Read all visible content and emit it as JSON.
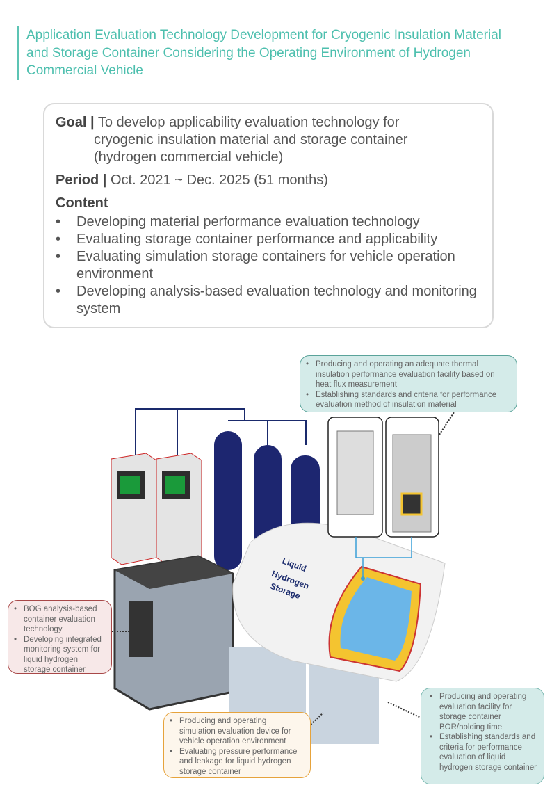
{
  "title": "Application Evaluation Technology Development for Cryogenic Insulation Material and Storage Container Considering the Operating Environment of Hydrogen Commercial Vehicle",
  "summary": {
    "goal_label": "Goal |",
    "goal_line1": "To develop applicability evaluation technology for",
    "goal_line2": "cryogenic insulation material and storage container",
    "goal_line3": "(hydrogen commercial vehicle)",
    "period_label": "Period |",
    "period_value": "Oct. 2021 ~ Dec. 2025 (51 months)",
    "content_label": "Content",
    "content_items": [
      "Developing material performance evaluation technology",
      "Evaluating storage container performance and applicability",
      "Evaluating simulation storage containers for vehicle operation environment",
      "Developing analysis-based evaluation technology and monitoring system"
    ]
  },
  "illustration": {
    "tank_label_1": "Liquid",
    "tank_label_2": "Hydrogen",
    "tank_label_3": "Storage"
  },
  "callouts": {
    "thermal": [
      "Producing and operating an adequate thermal insulation performance evaluation facility based on heat flux measurement",
      "Establishing standards and criteria for performance evaluation method of insulation material"
    ],
    "bog": [
      "BOG analysis-based container evaluation technology",
      "Developing integrated monitoring system for liquid hydrogen storage container"
    ],
    "simulation": [
      "Producing and operating simulation evaluation device for vehicle operation environment",
      "Evaluating pressure performance and leakage for liquid hydrogen storage container"
    ],
    "bor": [
      "Producing and operating evaluation facility for storage container BOR/holding time",
      "Establishing standards and criteria for performance evaluation of liquid hydrogen storage container"
    ]
  },
  "colors": {
    "accent": "#4dbfae",
    "navy": "#1a2a6c"
  }
}
